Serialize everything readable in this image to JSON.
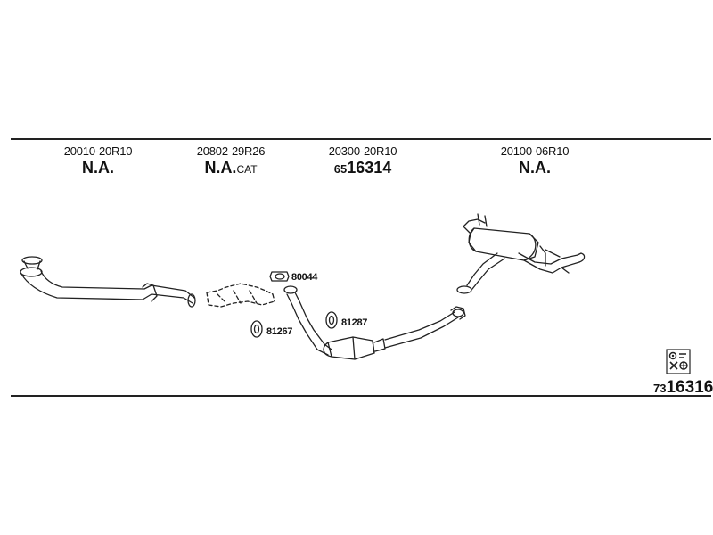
{
  "columns": [
    {
      "code": "20010-20R10",
      "status": "N.A."
    },
    {
      "code": "20802-29R26",
      "status": "N.A.",
      "status_suffix": "CAT"
    },
    {
      "code": "20300-20R10",
      "part_prefix": "65",
      "part_main": "16314"
    },
    {
      "code": "20100-06R10",
      "status": "N.A."
    }
  ],
  "labels": {
    "gasket": "80044",
    "ring_left": "81267",
    "ring_right": "81287"
  },
  "kit": {
    "prefix": "73",
    "main": "16316"
  },
  "icons": {
    "mounting_kit": "mounting-kit-icon"
  }
}
